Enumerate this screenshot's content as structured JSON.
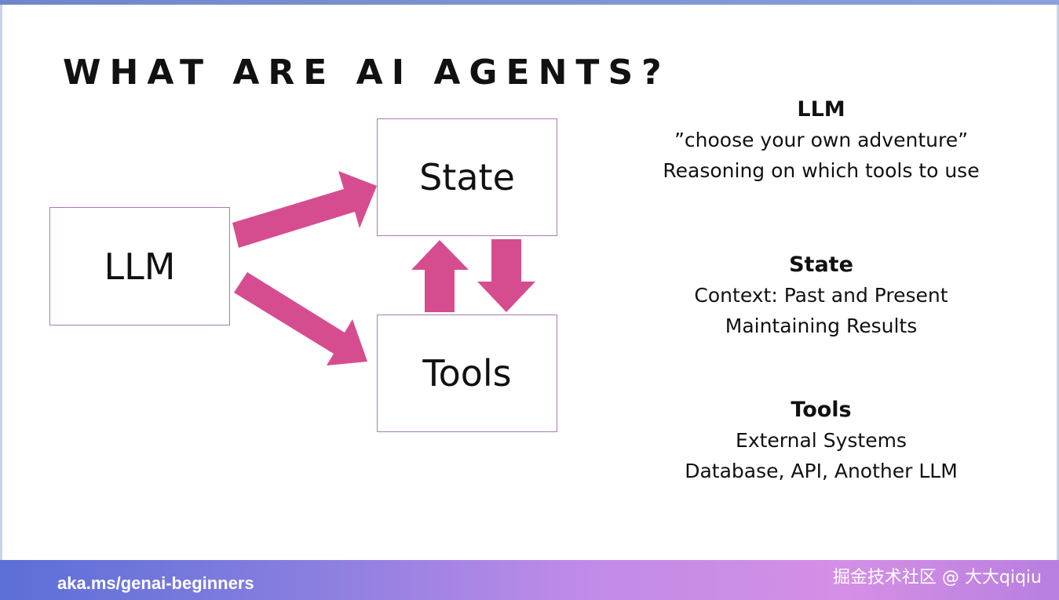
{
  "title": "WHAT ARE AI AGENTS?",
  "diagram": {
    "nodes": {
      "llm": "LLM",
      "state": "State",
      "tools": "Tools"
    },
    "arrow_color": "#d64d8f"
  },
  "descriptions": {
    "llm": {
      "heading": "LLM",
      "lines": [
        "”choose your own adventure”",
        "Reasoning on which tools to use"
      ]
    },
    "state": {
      "heading": "State",
      "lines": [
        "Context: Past and Present",
        "Maintaining Results"
      ]
    },
    "tools": {
      "heading": "Tools",
      "lines": [
        "External Systems",
        "Database, API, Another LLM"
      ]
    }
  },
  "footer": {
    "link": "aka.ms/genai-beginners",
    "watermark": "掘金技术社区 @ 大大qiqiu"
  }
}
